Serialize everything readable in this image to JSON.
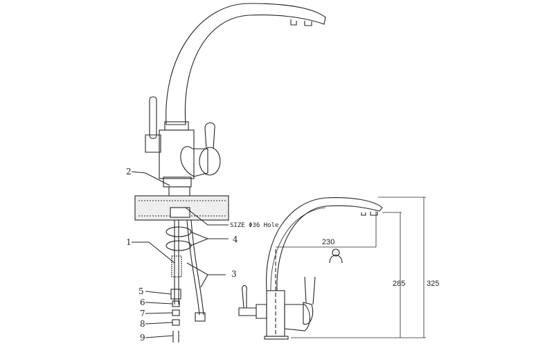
{
  "exploded_view": {
    "part_labels": [
      "1",
      "2",
      "3",
      "4",
      "5",
      "6",
      "7",
      "8",
      "9"
    ],
    "hole_size": "SIZE Φ36 Hole"
  },
  "side_view": {
    "dimensions": {
      "reach": "230",
      "spout_height": "285",
      "total_height": "325"
    }
  }
}
